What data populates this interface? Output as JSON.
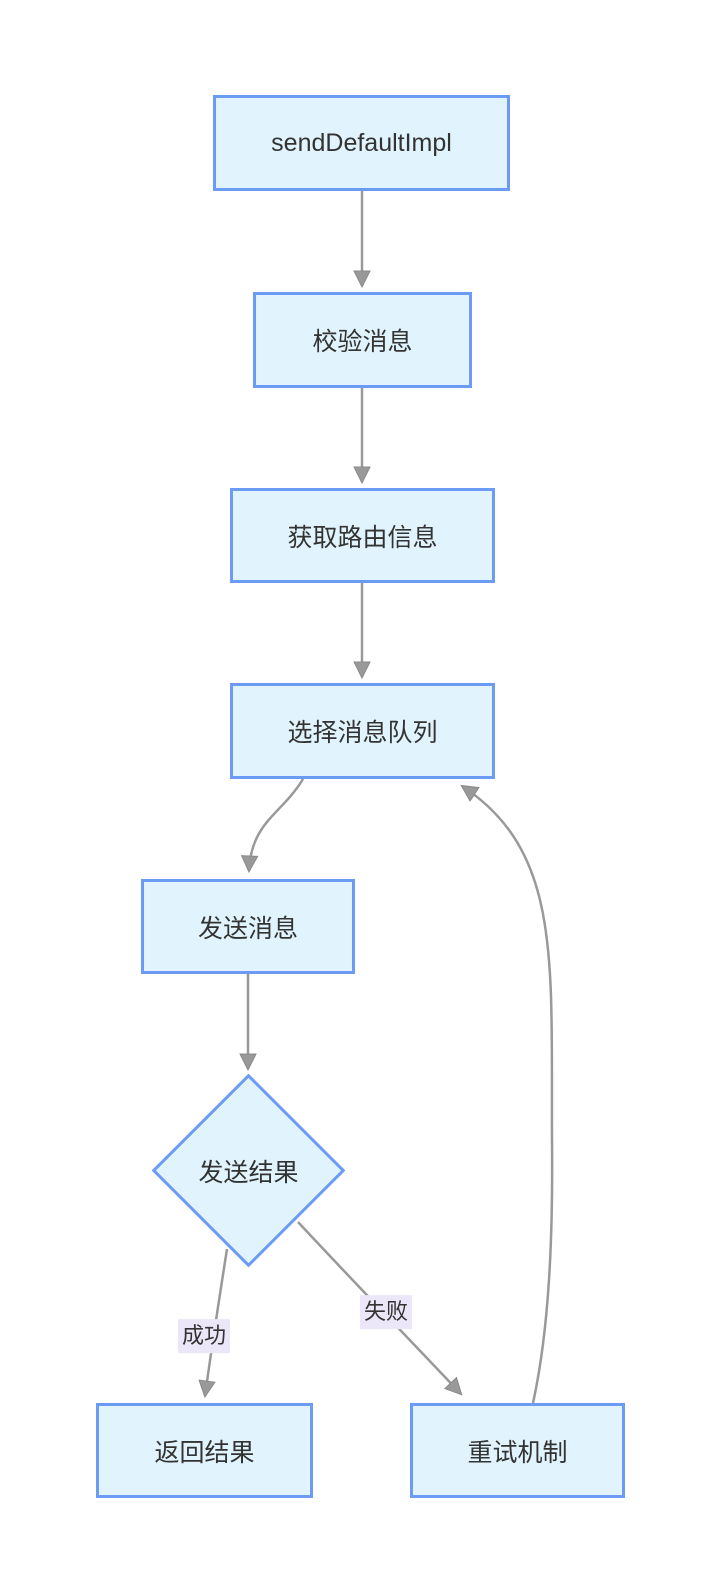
{
  "diagram": {
    "type": "flowchart",
    "direction": "top-down",
    "colors": {
      "background": "#ffffff",
      "node_fill": "#E1F4FD",
      "node_border": "#6C9BF5",
      "edge_color": "#999999",
      "edge_label_background": "#ECE7F8",
      "text_color": "#333333"
    },
    "nodes": [
      {
        "id": "sendDefaultImpl",
        "label": "sendDefaultImpl",
        "shape": "rect"
      },
      {
        "id": "validate",
        "label": "校验消息",
        "shape": "rect"
      },
      {
        "id": "route",
        "label": "获取路由信息",
        "shape": "rect"
      },
      {
        "id": "selectQueue",
        "label": "选择消息队列",
        "shape": "rect"
      },
      {
        "id": "send",
        "label": "发送消息",
        "shape": "rect"
      },
      {
        "id": "result",
        "label": "发送结果",
        "shape": "diamond"
      },
      {
        "id": "return",
        "label": "返回结果",
        "shape": "rect"
      },
      {
        "id": "retry",
        "label": "重试机制",
        "shape": "rect"
      }
    ],
    "edges": [
      {
        "from": "sendDefaultImpl",
        "to": "validate",
        "label": ""
      },
      {
        "from": "validate",
        "to": "route",
        "label": ""
      },
      {
        "from": "route",
        "to": "selectQueue",
        "label": ""
      },
      {
        "from": "selectQueue",
        "to": "send",
        "label": ""
      },
      {
        "from": "send",
        "to": "result",
        "label": ""
      },
      {
        "from": "result",
        "to": "return",
        "label": "成功"
      },
      {
        "from": "result",
        "to": "retry",
        "label": "失败"
      },
      {
        "from": "retry",
        "to": "selectQueue",
        "label": ""
      }
    ]
  }
}
